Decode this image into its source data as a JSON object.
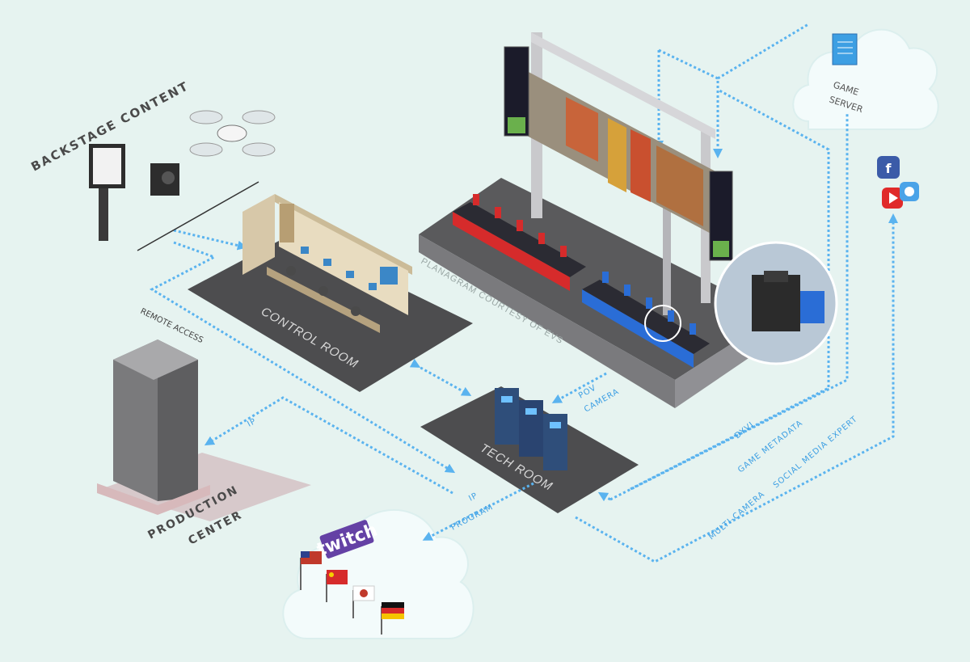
{
  "labels": {
    "backstage_content": "BACKSTAGE CONTENT",
    "control_room": "CONTROL ROOM",
    "tech_room": "TECH ROOM",
    "remote_access": "REMOTE ACCESS",
    "production_center": "PRODUCTION",
    "production_center_2": "CENTER",
    "game_server_1": "GAME",
    "game_server_2": "SERVER",
    "credit": "PLANAGRAM COURTESY OF EVS",
    "twitch": "twitch"
  },
  "flows": {
    "ip_left": "IP",
    "ip_bottom": "IP",
    "program": "PROGRAM",
    "pov_camera_1": "POV",
    "pov_camera_2": "CAMERA",
    "dyvi": "DYVI",
    "game_metadata": "GAME METADATA",
    "multi_camera": "MULTI-CAMERA",
    "social_media_expert": "SOCIAL MEDIA EXPERT"
  },
  "social": {
    "facebook_glyph": "f"
  },
  "colors": {
    "background": "#e6f3f0",
    "flow_line": "#5ab3ef",
    "floor": "#4d4d4f",
    "team_red": "#d62b2b",
    "team_blue": "#2a6dd6",
    "cloud": "#f3fbfb",
    "twitch_purple": "#6441a5"
  },
  "icons": [
    "drone-icon",
    "gimbal-phone-icon",
    "action-camera-icon",
    "document-icon",
    "facebook-icon",
    "youtube-icon",
    "twitter-icon",
    "usa-flag-icon",
    "china-flag-icon",
    "korea-flag-icon",
    "germany-flag-icon"
  ]
}
